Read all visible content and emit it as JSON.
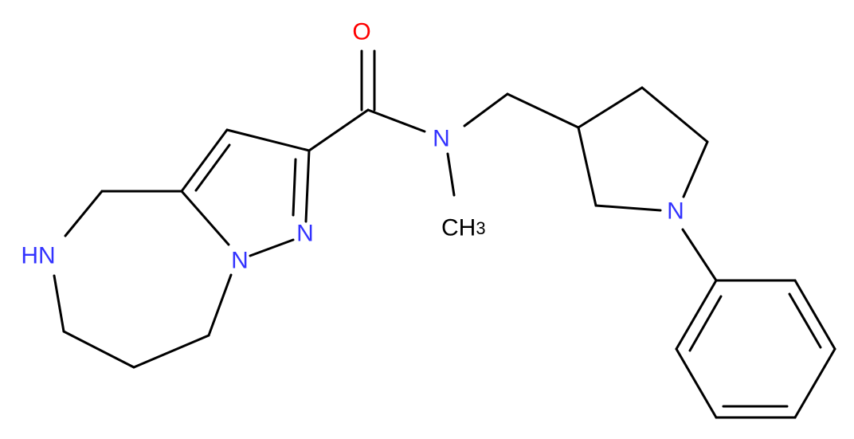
{
  "colors": {
    "background": "#ffffff",
    "bond": "#000000",
    "nitrogen": "#3333ff",
    "oxygen": "#ff0000",
    "carbon_label": "#000000"
  },
  "atoms": {
    "oxygen": {
      "symbol": "O",
      "element": "O"
    },
    "amide_n": {
      "symbol": "N",
      "element": "N"
    },
    "methyl": {
      "symbol": "CH",
      "subscript": "3",
      "element": "C"
    },
    "pyrrolidine_n": {
      "symbol": "N",
      "element": "N"
    },
    "pyrazole_n1": {
      "symbol": "N",
      "element": "N"
    },
    "pyrazole_n2": {
      "symbol": "N",
      "element": "N"
    },
    "ring_nh": {
      "symbol": "HN",
      "element": "N"
    }
  }
}
